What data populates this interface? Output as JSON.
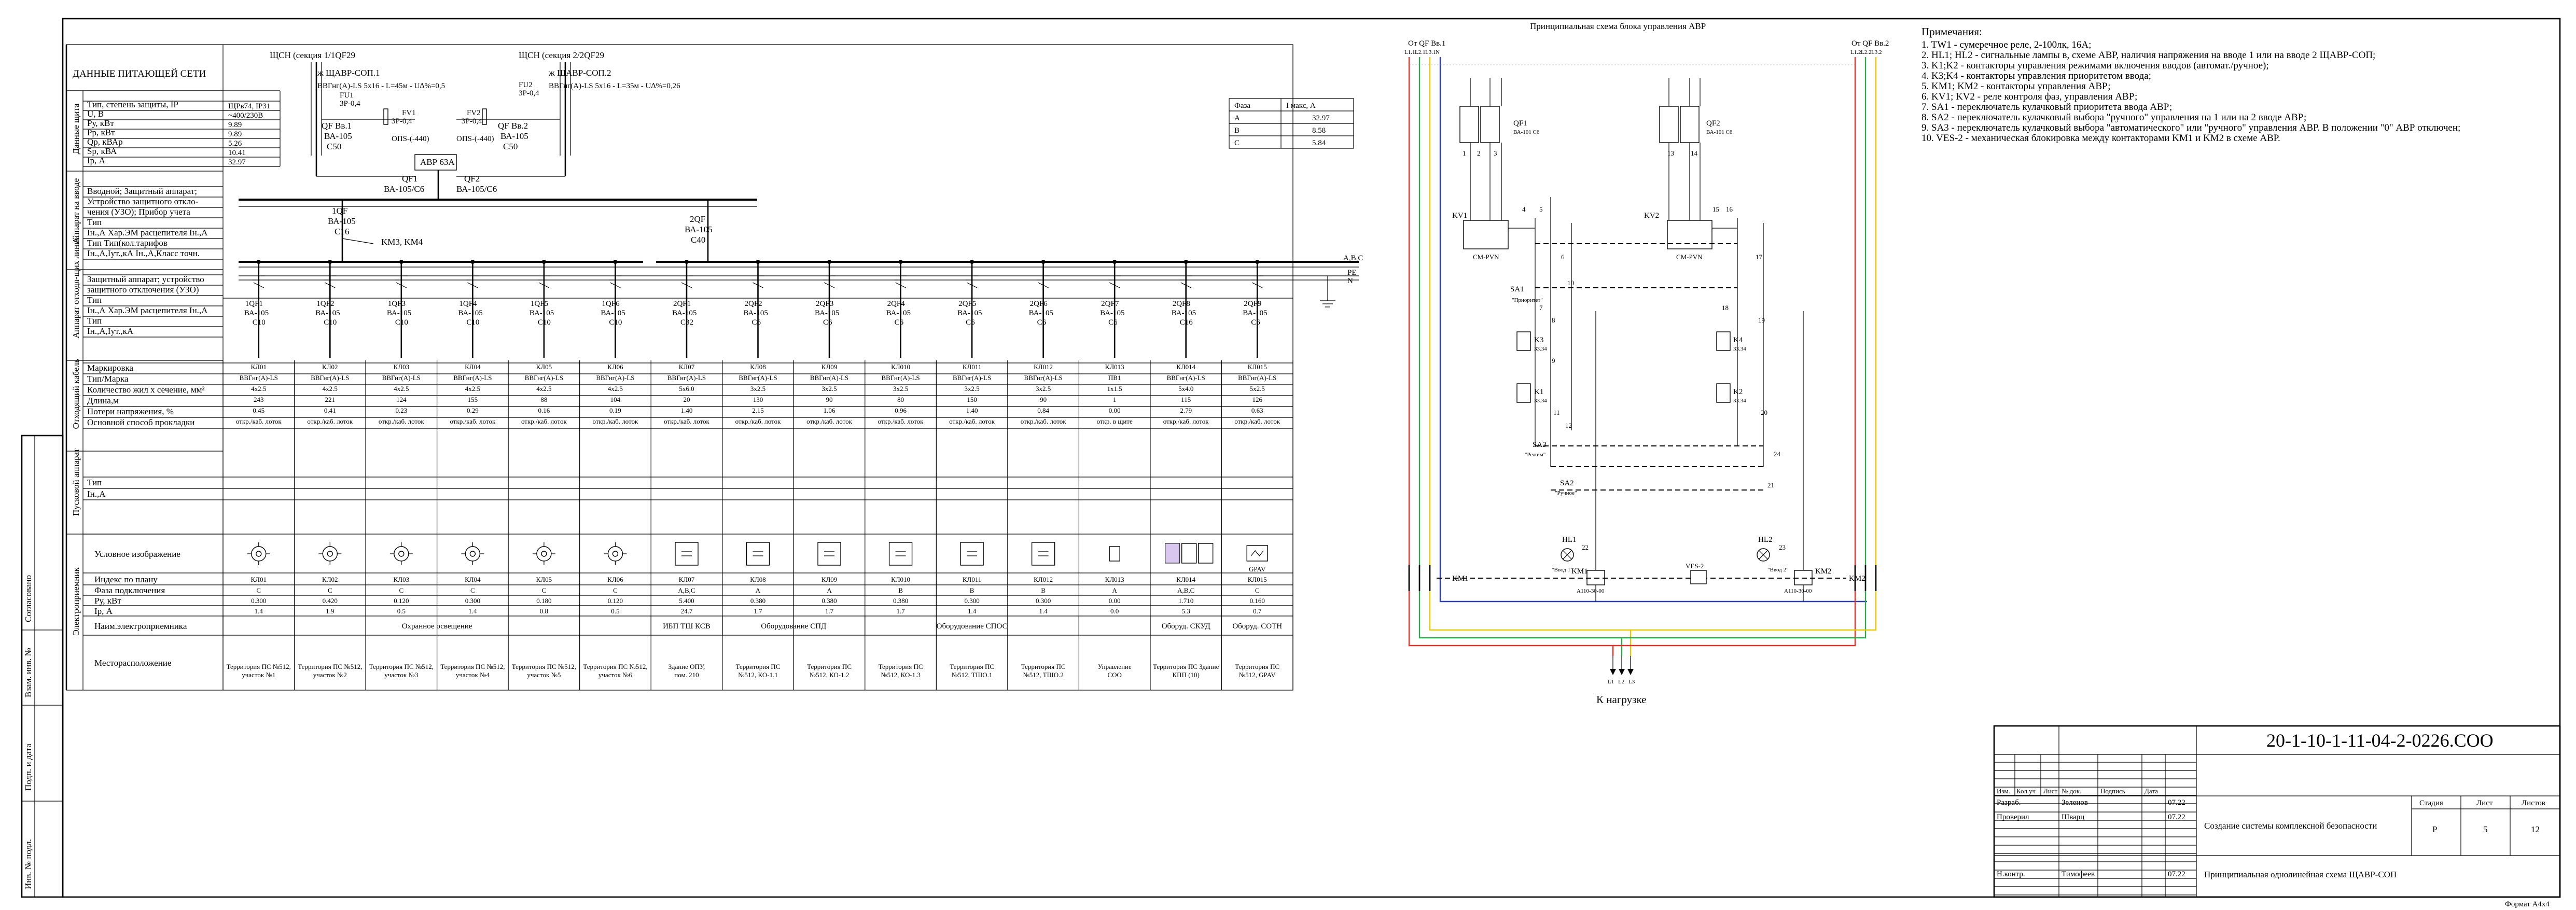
{
  "side_stamp": [
    "Согласовано",
    "Взам. инв. №",
    "Подп. и дата",
    "Инв. № подл."
  ],
  "left": {
    "section_title": "ДАННЫЕ ПИТАЮЩЕЙ СЕТИ",
    "feed1": {
      "title": "ЩСН (секция 1/1QF29",
      "dest": "ж ЩАВР-СОП.1",
      "cable": "ВВГнг(А)-LS 5х16 - L=45м - U∆%=0,5",
      "qf": "QF Вв.1",
      "qf_type": "ВА-105",
      "qf_rating": "С50",
      "fu": "FU1",
      "fu_rating": "3Р-0,4",
      "fv": "FV1",
      "fv_rating": "3Р-0,4",
      "fv_type": "ОПS-(-440)"
    },
    "feed2": {
      "title": "ЩСН (секция 2/2QF29",
      "dest": "ж ЩАВР-СОП.2",
      "cable": "ВВГнг(А)-LS 5х16 - L=35м - U∆%=0,26",
      "qf": "QF Вв.2",
      "qf_type": "ВА-105",
      "qf_rating": "С50",
      "fu": "FU2",
      "fu_rating": "3Р-0,4",
      "fv": "FV2",
      "fv_rating": "3Р-0,4",
      "fv_type": "ОПS-(-440)"
    },
    "avr": {
      "label": "АВР 63А",
      "qf1": "QF1",
      "qf1_type": "ВА-105/С6",
      "qf2": "QF2",
      "qf2_type": "ВА-105/С6"
    },
    "network_rows": [
      "Тип, степень защиты, IP",
      "U, В",
      "Ру, кВт",
      "Рр, кВт",
      "Qр, кВАр",
      "Sр, кВА",
      "Iр, А"
    ],
    "network_vals": [
      "ЩРв74, IP31",
      "~400/230В",
      "9.89",
      "9.89",
      "5.26",
      "10.41",
      "32.97"
    ],
    "phase_table": {
      "headers": [
        "Фаза",
        "I макс, А"
      ],
      "rows": [
        [
          "А",
          "32.97"
        ],
        [
          "В",
          "8.58"
        ],
        [
          "С",
          "5.84"
        ]
      ]
    },
    "input_rows": [
      "Вводной; Защитный аппарат;",
      "Устройство защитного откло-",
      "чения (УЗО); Прибор учета",
      "Тип",
      "Iн.,А Хар.ЭМ расцепителя Iн.,А",
      "Тип         Тип(кол.тарифов",
      "Iн.,А,Iут.,кА Iн.,А,Класс точн."
    ],
    "input_breakers": [
      {
        "name": "1QF",
        "type": "ВА-105",
        "rating": "С16"
      },
      {
        "name": "2QF",
        "type": "ВА-105",
        "rating": "С40"
      }
    ],
    "contactor_label": "KM3, KM4",
    "outgoing_rows": [
      "Защитный аппарат; устройство",
      "защитного отключения (УЗО)",
      "Тип",
      "Iн.,А Хар.ЭМ расцепителя Iн.,А",
      "Тип",
      "Iн.,А,Iут.,кА"
    ],
    "cable_rows": [
      "Маркировка",
      "Тип/Марка",
      "Количество жил х сечение, мм²",
      "Длина,м",
      "Потери напряжения, %",
      "Основной способ прокладки"
    ],
    "start_rows": [
      "Тип",
      "Iн.,А"
    ],
    "load_rows": [
      "Условное изображение",
      "Индекс по плану",
      "Фаза подключения",
      "Ру, кВт",
      "Ір, А",
      "Наим.электроприемника",
      "Месторасположение"
    ],
    "vert_labels": [
      "Данные щита",
      "Аппарат на вводе",
      "Аппарат отходя-щих линий",
      "Отходящий кабель",
      "Пусковой аппарат",
      "Электроприемник"
    ],
    "bus_labels": [
      "А,В,С",
      "PE",
      "N"
    ],
    "circuits": [
      {
        "qf": "1QF1",
        "type": "ВА-105",
        "rt": "С10",
        "mark": "КЛ01",
        "cable": "ВВГнг(А)-LS",
        "sec": "4х2.5",
        "len": "243",
        "loss": "0.45",
        "lay": "откр./каб. лоток",
        "idx": "КЛ01",
        "ph": "С",
        "pu": "0.300",
        "ir": "1.4",
        "loc": "Территория ПС №512, участок №1"
      },
      {
        "qf": "1QF2",
        "type": "ВА-105",
        "rt": "С10",
        "mark": "КЛ02",
        "cable": "ВВГнг(А)-LS",
        "sec": "4х2.5",
        "len": "221",
        "loss": "0.41",
        "lay": "откр./каб. лоток",
        "idx": "КЛ02",
        "ph": "С",
        "pu": "0.420",
        "ir": "1.9",
        "loc": "Территория ПС №512, участок №2"
      },
      {
        "qf": "1QF3",
        "type": "ВА-105",
        "rt": "С10",
        "mark": "КЛ03",
        "cable": "ВВГнг(А)-LS",
        "sec": "4х2.5",
        "len": "124",
        "loss": "0.23",
        "lay": "откр./каб. лоток",
        "idx": "КЛ03",
        "ph": "С",
        "pu": "0.120",
        "ir": "0.5",
        "loc": "Территория ПС №512, участок №3"
      },
      {
        "qf": "1QF4",
        "type": "ВА-105",
        "rt": "С10",
        "mark": "КЛ04",
        "cable": "ВВГнг(А)-LS",
        "sec": "4х2.5",
        "len": "155",
        "loss": "0.29",
        "lay": "откр./каб. лоток",
        "idx": "КЛ04",
        "ph": "С",
        "pu": "0.300",
        "ir": "1.4",
        "loc": "Территория ПС №512, участок №4"
      },
      {
        "qf": "1QF5",
        "type": "ВА-105",
        "rt": "С10",
        "mark": "КЛ05",
        "cable": "ВВГнг(А)-LS",
        "sec": "4х2.5",
        "len": "88",
        "loss": "0.16",
        "lay": "откр./каб. лоток",
        "idx": "КЛ05",
        "ph": "С",
        "pu": "0.180",
        "ir": "0.8",
        "loc": "Территория ПС №512, участок №5"
      },
      {
        "qf": "1QF6",
        "type": "ВА-105",
        "rt": "С10",
        "mark": "КЛ06",
        "cable": "ВВГнг(А)-LS",
        "sec": "4х2.5",
        "len": "104",
        "loss": "0.19",
        "lay": "откр./каб. лоток",
        "idx": "КЛ06",
        "ph": "С",
        "pu": "0.120",
        "ir": "0.5",
        "loc": "Территория ПС №512, участок №6"
      },
      {
        "qf": "2QF1",
        "type": "ВА-105",
        "rt": "С32",
        "mark": "КЛ07",
        "cable": "ВВГнг(А)-LS",
        "sec": "5х6.0",
        "len": "20",
        "loss": "1.40",
        "lay": "откр./каб. лоток",
        "idx": "КЛ07",
        "ph": "А,В,С",
        "pu": "5.400",
        "ir": "24.7",
        "loc": "Здание ОПУ, пом. 210"
      },
      {
        "qf": "2QF2",
        "type": "ВА-105",
        "rt": "С6",
        "mark": "КЛ08",
        "cable": "ВВГнг(А)-LS",
        "sec": "3х2.5",
        "len": "130",
        "loss": "2.15",
        "lay": "откр./каб. лоток",
        "idx": "КЛ08",
        "ph": "А",
        "pu": "0.380",
        "ir": "1.7",
        "loc": "Территория ПС №512, КО-1.1"
      },
      {
        "qf": "2QF3",
        "type": "ВА-105",
        "rt": "С6",
        "mark": "КЛ09",
        "cable": "ВВГнг(А)-LS",
        "sec": "3х2.5",
        "len": "90",
        "loss": "1.06",
        "lay": "откр./каб. лоток",
        "idx": "КЛ09",
        "ph": "А",
        "pu": "0.380",
        "ir": "1.7",
        "loc": "Территория ПС №512, КО-1.2"
      },
      {
        "qf": "2QF4",
        "type": "ВА-105",
        "rt": "С6",
        "mark": "КЛ010",
        "cable": "ВВГнг(А)-LS",
        "sec": "3х2.5",
        "len": "80",
        "loss": "0.96",
        "lay": "откр./каб. лоток",
        "idx": "КЛ010",
        "ph": "В",
        "pu": "0.380",
        "ir": "1.7",
        "loc": "Территория ПС №512, КО-1.3"
      },
      {
        "qf": "2QF5",
        "type": "ВА-105",
        "rt": "С6",
        "mark": "КЛ011",
        "cable": "ВВГнг(А)-LS",
        "sec": "3х2.5",
        "len": "150",
        "loss": "1.40",
        "lay": "откр./каб. лоток",
        "idx": "КЛ011",
        "ph": "В",
        "pu": "0.300",
        "ir": "1.4",
        "loc": "Территория ПС №512, ТШО.1"
      },
      {
        "qf": "2QF6",
        "type": "ВА-105",
        "rt": "С6",
        "mark": "КЛ012",
        "cable": "ВВГнг(А)-LS",
        "sec": "3х2.5",
        "len": "90",
        "loss": "0.84",
        "lay": "откр./каб. лоток",
        "idx": "КЛ012",
        "ph": "В",
        "pu": "0.300",
        "ir": "1.4",
        "loc": "Территория ПС №512, ТШО.2"
      },
      {
        "qf": "2QF7",
        "type": "ВА-105",
        "rt": "С6",
        "mark": "КЛ013",
        "cable": "ПВ1",
        "sec": "1х1.5",
        "len": "1",
        "loss": "0.00",
        "lay": "откр. в щите",
        "idx": "КЛ013",
        "ph": "А",
        "pu": "0.00",
        "ir": "0.0",
        "loc": "Управление СОО"
      },
      {
        "qf": "2QF8",
        "type": "ВА-105",
        "rt": "С16",
        "mark": "КЛ014",
        "cable": "ВВГнг(А)-LS",
        "sec": "5х4.0",
        "len": "115",
        "loss": "2.79",
        "lay": "откр./каб. лоток",
        "idx": "КЛ014",
        "ph": "А,В,С",
        "pu": "1.710",
        "ir": "5.3",
        "loc": "Территория ПС Здание КПП (10)"
      },
      {
        "qf": "2QF9",
        "type": "ВА-105",
        "rt": "С6",
        "mark": "КЛ015",
        "cable": "ВВГнг(А)-LS",
        "sec": "5х2.5",
        "len": "126",
        "loss": "0.63",
        "lay": "откр./каб. лоток",
        "idx": "КЛ015",
        "ph": "С",
        "pu": "0.160",
        "ir": "0.7",
        "loc": "Территория ПС №512, GPAV"
      }
    ],
    "groups": [
      {
        "label": "Охранное освещение"
      },
      {
        "label": "ИБП ТШ КСВ"
      },
      {
        "label": "Оборудование СПД"
      },
      {
        "label": "Оборудование СПОС"
      },
      {
        "label": ""
      },
      {
        "label": "Оборуд. СКУД"
      },
      {
        "label": "Оборуд. СОТН"
      }
    ],
    "gpav_label": "GPAV"
  },
  "middle": {
    "title": "Принципиальная схема блока управления АВР",
    "in1": "От QF Вв.1",
    "in2": "От QF Вв.2",
    "in1_phases": [
      "L1.1",
      "L2.1",
      "L3.1",
      "N"
    ],
    "in2_phases": [
      "L1.2",
      "L2.2",
      "L3.2"
    ],
    "qf1": "QF1",
    "qf1_type": "ВА-101 С6",
    "qf2": "QF2",
    "qf2_type": "ВА-101 С6",
    "kv1": "KV1",
    "kv1_type": "CM-PVN",
    "kv2": "KV2",
    "kv2_type": "CM-PVN",
    "sa1": "SA1",
    "sa1_mode": "\"Приоритет\"",
    "sa3": "SA3",
    "sa3_mode": "\"Режим\"",
    "sa2": "SA2",
    "sa2_mode": "\"Ручное\"",
    "k3": "K3",
    "k4": "K4",
    "k1": "K1",
    "k2": "K2",
    "k_type": "33.34",
    "km1": "KM1",
    "km2": "KM2",
    "km_type": "А110-30-00",
    "hl1": "HL1",
    "hl1_txt": "\"Ввод 1\"",
    "hl2": "HL2",
    "hl2_txt": "\"Ввод 2\"",
    "ves": "VES-2",
    "out_phases": [
      "L1",
      "L2",
      "L3"
    ],
    "out": "К нагрузке",
    "wire_nums": [
      "1",
      "2",
      "3",
      "4",
      "5",
      "6",
      "7",
      "8",
      "9",
      "10",
      "11",
      "12",
      "13",
      "14",
      "15",
      "16",
      "17",
      "18",
      "19",
      "20",
      "21",
      "22",
      "23",
      "24"
    ],
    "colors": {
      "red": "#e0302a",
      "green": "#2fa84f",
      "yellow": "#e8c700",
      "blue": "#2c3fb8"
    }
  },
  "notes": {
    "title": "Примечания:",
    "items": [
      "1.    TW1 - сумеречное реле, 2-100лк, 16А;",
      "2.    HL1; HL2 - сигнальные лампы в, схеме АВР, наличия напряжения на вводе 1 или на вводе 2 ЩАВР-СОП;",
      "3.    K1;K2 - контакторы управления режимами включения вводов (автомат./ручное);",
      "4.    K3;K4 - контакторы управления приоритетом ввода;",
      "5.    KM1; KM2 - контакторы управления АВР;",
      "6.    KV1; KV2 - реле контроля фаз, управления АВР;",
      "7.    SA1 - переключатель кулачковый приоритета ввода АВР;",
      "8.    SA2 - переключатель кулачковый выбора \"ручного\" управления на 1 или на 2 вводе АВР;",
      "9.    SA3 - переключатель кулачковый выбора \"автоматического\" или \"ручного\" управления АВР. В положении \"0\" АВР отключен;",
      "10.   VES-2 - механическая блокировка между контакторами KM1 и KM2 в схеме АВР."
    ]
  },
  "stamp": {
    "code": "20-1-10-1-11-04-2-0226.СОО",
    "headers": [
      "Изм.",
      "Кол.уч",
      "Лист",
      "№ док.",
      "Подпись",
      "Дата"
    ],
    "rows": [
      {
        "role": "Разраб.",
        "name": "Зеленов",
        "date": "07.22"
      },
      {
        "role": "Проверил",
        "name": "Шварц",
        "date": "07.22"
      },
      {
        "role": "Н.контр.",
        "name": "Тимофеев",
        "date": "07.22"
      }
    ],
    "title1": "Создание системы комплексной безопасности",
    "title2": "Принципиальная однолинейная схема ЩАВР-СОП",
    "stage_h": "Стадия",
    "sheet_h": "Лист",
    "sheets_h": "Листов",
    "stage": "Р",
    "sheet": "5",
    "sheets": "12",
    "format": "Формат А4х4"
  }
}
